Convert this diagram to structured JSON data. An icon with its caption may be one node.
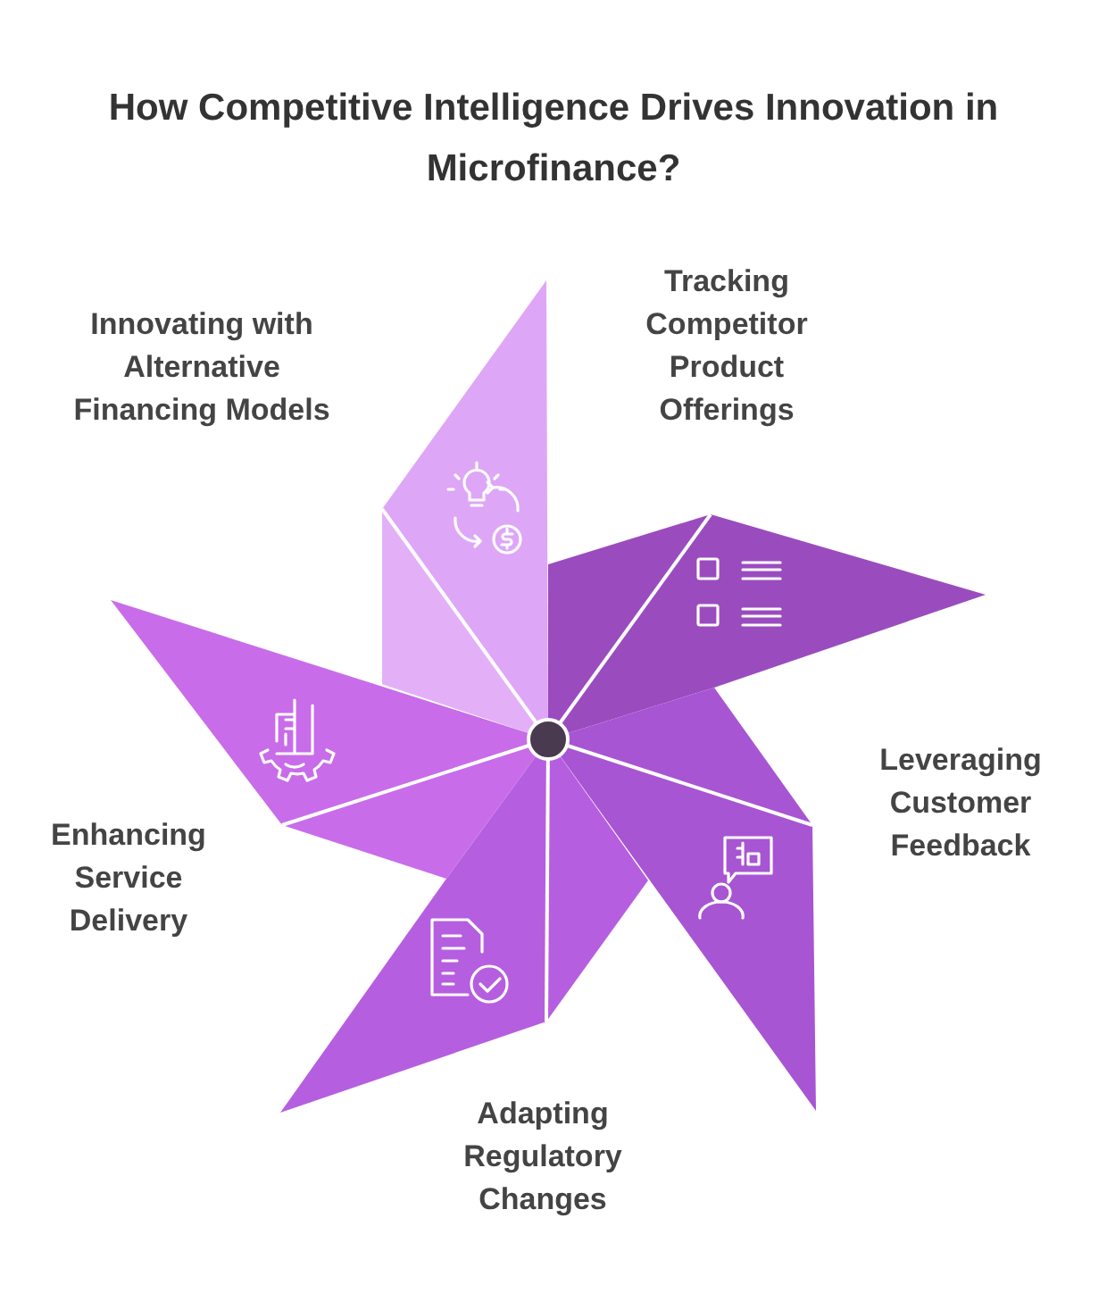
{
  "diagram": {
    "title": "How Competitive Intelligence Drives Innovation in Microfinance?",
    "nodes": [
      {
        "text": [
          "Innovating with Alternative Financing Models"
        ]
      },
      {
        "text": [
          "Tracking Competitor Product Offerings"
        ]
      },
      {
        "text": [
          "Leveraging Customer Feedback"
        ]
      },
      {
        "text": [
          "Adapting Regulatory Changes"
        ]
      },
      {
        "text": [
          "Enhancing Service Delivery"
        ]
      }
    ],
    "edges": []
  }
}
